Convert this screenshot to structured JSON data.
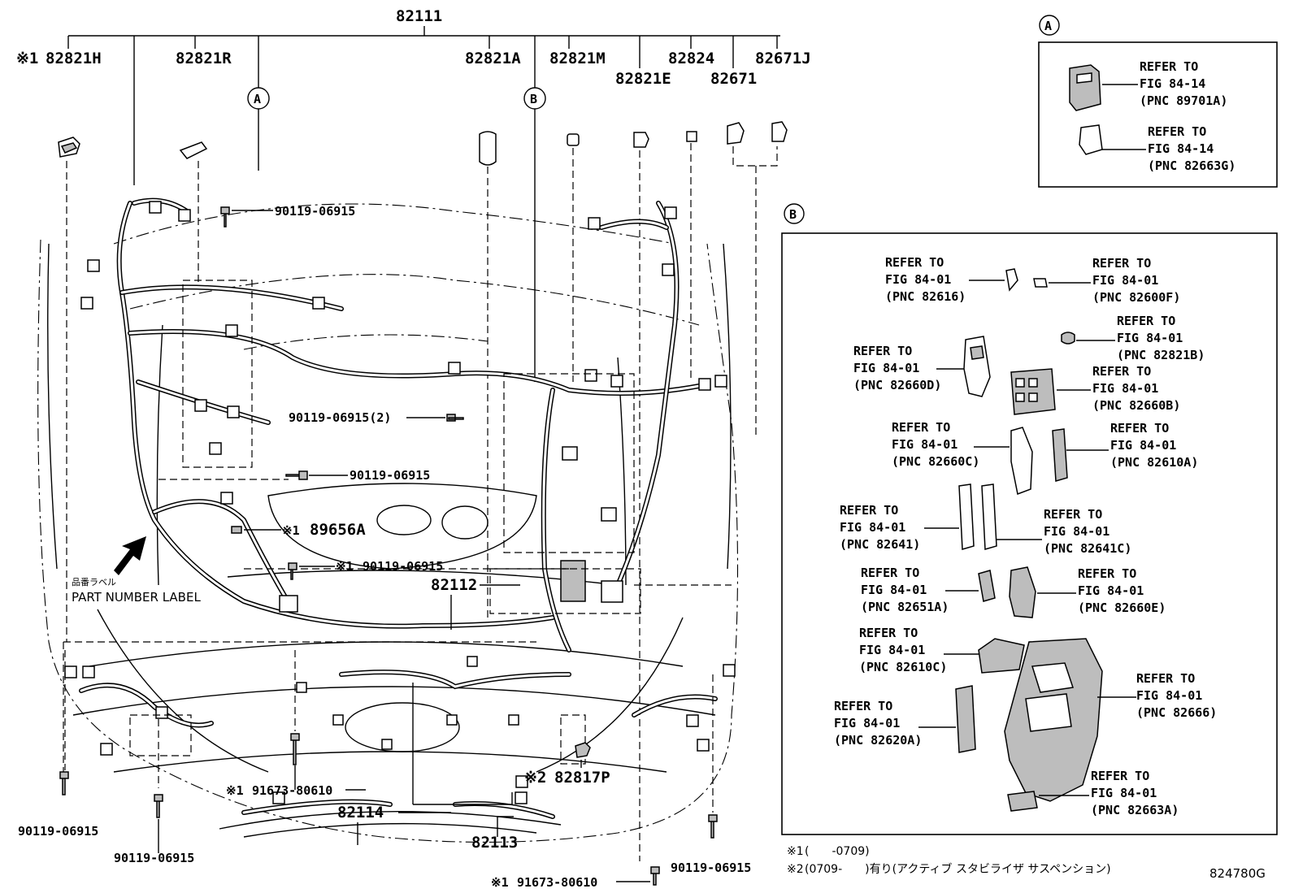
{
  "top": {
    "main_part": "82111",
    "labels": [
      {
        "key": "p82821h",
        "mark": "※1",
        "text": "82821H"
      },
      {
        "key": "p82821r",
        "text": "82821R"
      },
      {
        "key": "p82821a",
        "text": "82821A"
      },
      {
        "key": "p82821m",
        "text": "82821M"
      },
      {
        "key": "p82824",
        "text": "82824"
      },
      {
        "key": "p82671j",
        "text": "82671J"
      },
      {
        "key": "p82821e",
        "text": "82821E"
      },
      {
        "key": "p82671",
        "text": "82671"
      }
    ]
  },
  "callouts": {
    "a": "A",
    "b": "B"
  },
  "bolts": {
    "b1": "90119-06915",
    "b2": "90119-06915(2)",
    "b3": "90119-06915",
    "b4": "90119-06915",
    "b5": "90119-06915",
    "b6": "90119-06915",
    "b7": "90119-06915",
    "b8": "91673-80610",
    "b9": "91673-80610"
  },
  "marks": {
    "m1": "※1",
    "m2": "※2"
  },
  "parts": {
    "p89656a": "89656A",
    "p82112": "82112",
    "p82114": "82114",
    "p82113": "82113",
    "p82817p": "82817P"
  },
  "part_label": {
    "jp": "品番ラベル",
    "en": "PART NUMBER LABEL"
  },
  "box_a": {
    "title": "A",
    "refs": [
      {
        "l1": "REFER TO",
        "l2": "FIG 84-14",
        "l3": "(PNC 89701A)"
      },
      {
        "l1": "REFER TO",
        "l2": "FIG 84-14",
        "l3": "(PNC 82663G)"
      }
    ]
  },
  "box_b": {
    "title": "B",
    "refs": [
      {
        "l1": "REFER TO",
        "l2": "FIG 84-01",
        "l3": "(PNC 82616)"
      },
      {
        "l1": "REFER TO",
        "l2": "FIG 84-01",
        "l3": "(PNC 82600F)"
      },
      {
        "l1": "REFER TO",
        "l2": "FIG 84-01",
        "l3": "(PNC 82821B)"
      },
      {
        "l1": "REFER TO",
        "l2": "FIG 84-01",
        "l3": "(PNC 82660D)"
      },
      {
        "l1": "REFER TO",
        "l2": "FIG 84-01",
        "l3": "(PNC 82660B)"
      },
      {
        "l1": "REFER TO",
        "l2": "FIG 84-01",
        "l3": "(PNC 82660C)"
      },
      {
        "l1": "REFER TO",
        "l2": "FIG 84-01",
        "l3": "(PNC 82610A)"
      },
      {
        "l1": "REFER TO",
        "l2": "FIG 84-01",
        "l3": "(PNC 82641)"
      },
      {
        "l1": "REFER TO",
        "l2": "FIG 84-01",
        "l3": "(PNC 82641C)"
      },
      {
        "l1": "REFER TO",
        "l2": "FIG 84-01",
        "l3": "(PNC 82651A)"
      },
      {
        "l1": "REFER TO",
        "l2": "FIG 84-01",
        "l3": "(PNC 82660E)"
      },
      {
        "l1": "REFER TO",
        "l2": "FIG 84-01",
        "l3": "(PNC 82610C)"
      },
      {
        "l1": "REFER TO",
        "l2": "FIG 84-01",
        "l3": "(PNC 82666)"
      },
      {
        "l1": "REFER TO",
        "l2": "FIG 84-01",
        "l3": "(PNC 82620A)"
      },
      {
        "l1": "REFER TO",
        "l2": "FIG 84-01",
        "l3": "(PNC 82663A)"
      }
    ]
  },
  "footnotes": {
    "n1_mark": "※1",
    "n1_text": "(　　-0709)",
    "n2_mark": "※2",
    "n2_text": "(0709-　　)有り(アクティブ スタビライザ サスペンション)",
    "code": "824780G"
  }
}
